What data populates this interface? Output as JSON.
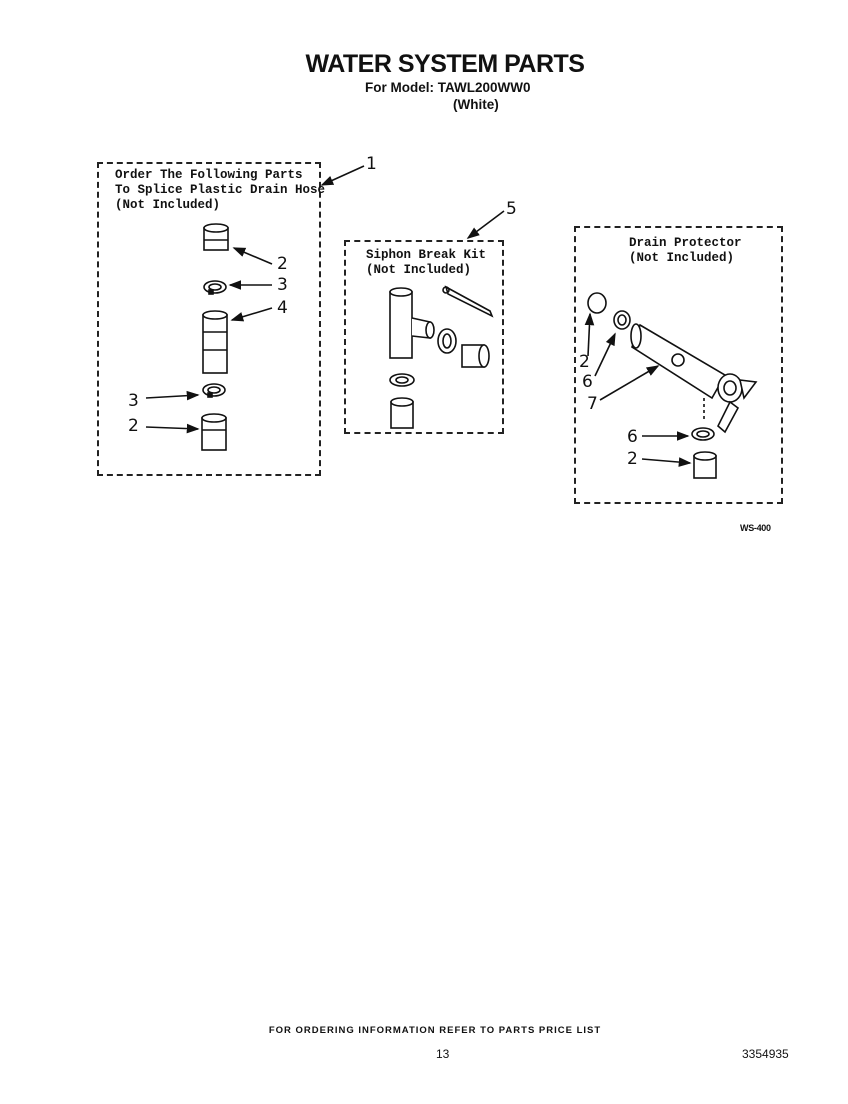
{
  "header": {
    "title": "WATER SYSTEM PARTS",
    "model_line": "For Model: TAWL200WW0",
    "variant": "(White)"
  },
  "groups": [
    {
      "label": "Order The Following Parts\nTo Splice Plastic Drain Hose\n(Not Included)",
      "ref": "1"
    },
    {
      "label": "Siphon Break Kit\n(Not Included)",
      "ref": "5"
    },
    {
      "label": "Drain Protector\n(Not Included)",
      "ref": ""
    }
  ],
  "callouts": {
    "splice": [
      "2",
      "3",
      "4",
      "3",
      "2"
    ],
    "drain_protector": [
      "2",
      "6",
      "7",
      "6",
      "2"
    ]
  },
  "illustration_code": "WS-400",
  "footer": {
    "ordering_note": "FOR ORDERING INFORMATION REFER TO PARTS PRICE LIST",
    "page_number": "13",
    "doc_number": "3354935"
  },
  "icons": [
    "hose-connector-icon",
    "hose-clamp-icon",
    "hose-splice-tube-icon",
    "siphon-tee-icon",
    "siphon-clip-icon",
    "drain-protector-valve-icon"
  ]
}
